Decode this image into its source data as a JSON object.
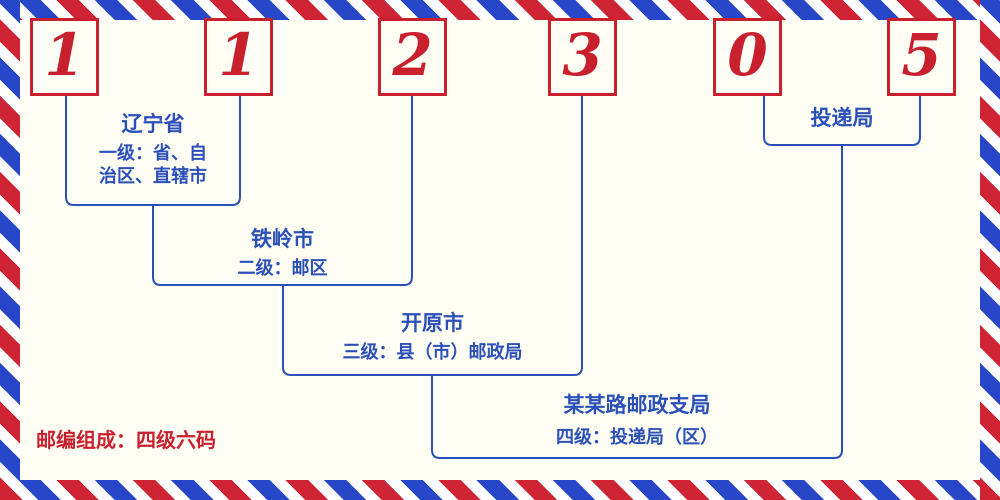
{
  "postal_code": {
    "digits": [
      "1",
      "1",
      "2",
      "3",
      "0",
      "5"
    ]
  },
  "levels": [
    {
      "name": "辽宁省",
      "desc": "一级：省、自\n治区、直辖市"
    },
    {
      "name": "铁岭市",
      "desc": "二级：邮区"
    },
    {
      "name": "开原市",
      "desc": "三级：县（市）邮政局"
    },
    {
      "name": "某某路邮政支局",
      "desc": "四级：投递局（区）"
    }
  ],
  "delivery_label": "投递局",
  "footer": {
    "composition": "邮编组成：四级六码"
  },
  "colors": {
    "red": "#c9202e",
    "blue": "#2b50b8",
    "background": "#fffef5",
    "stripe_red": "#cf2433",
    "stripe_blue": "#2746c8"
  }
}
